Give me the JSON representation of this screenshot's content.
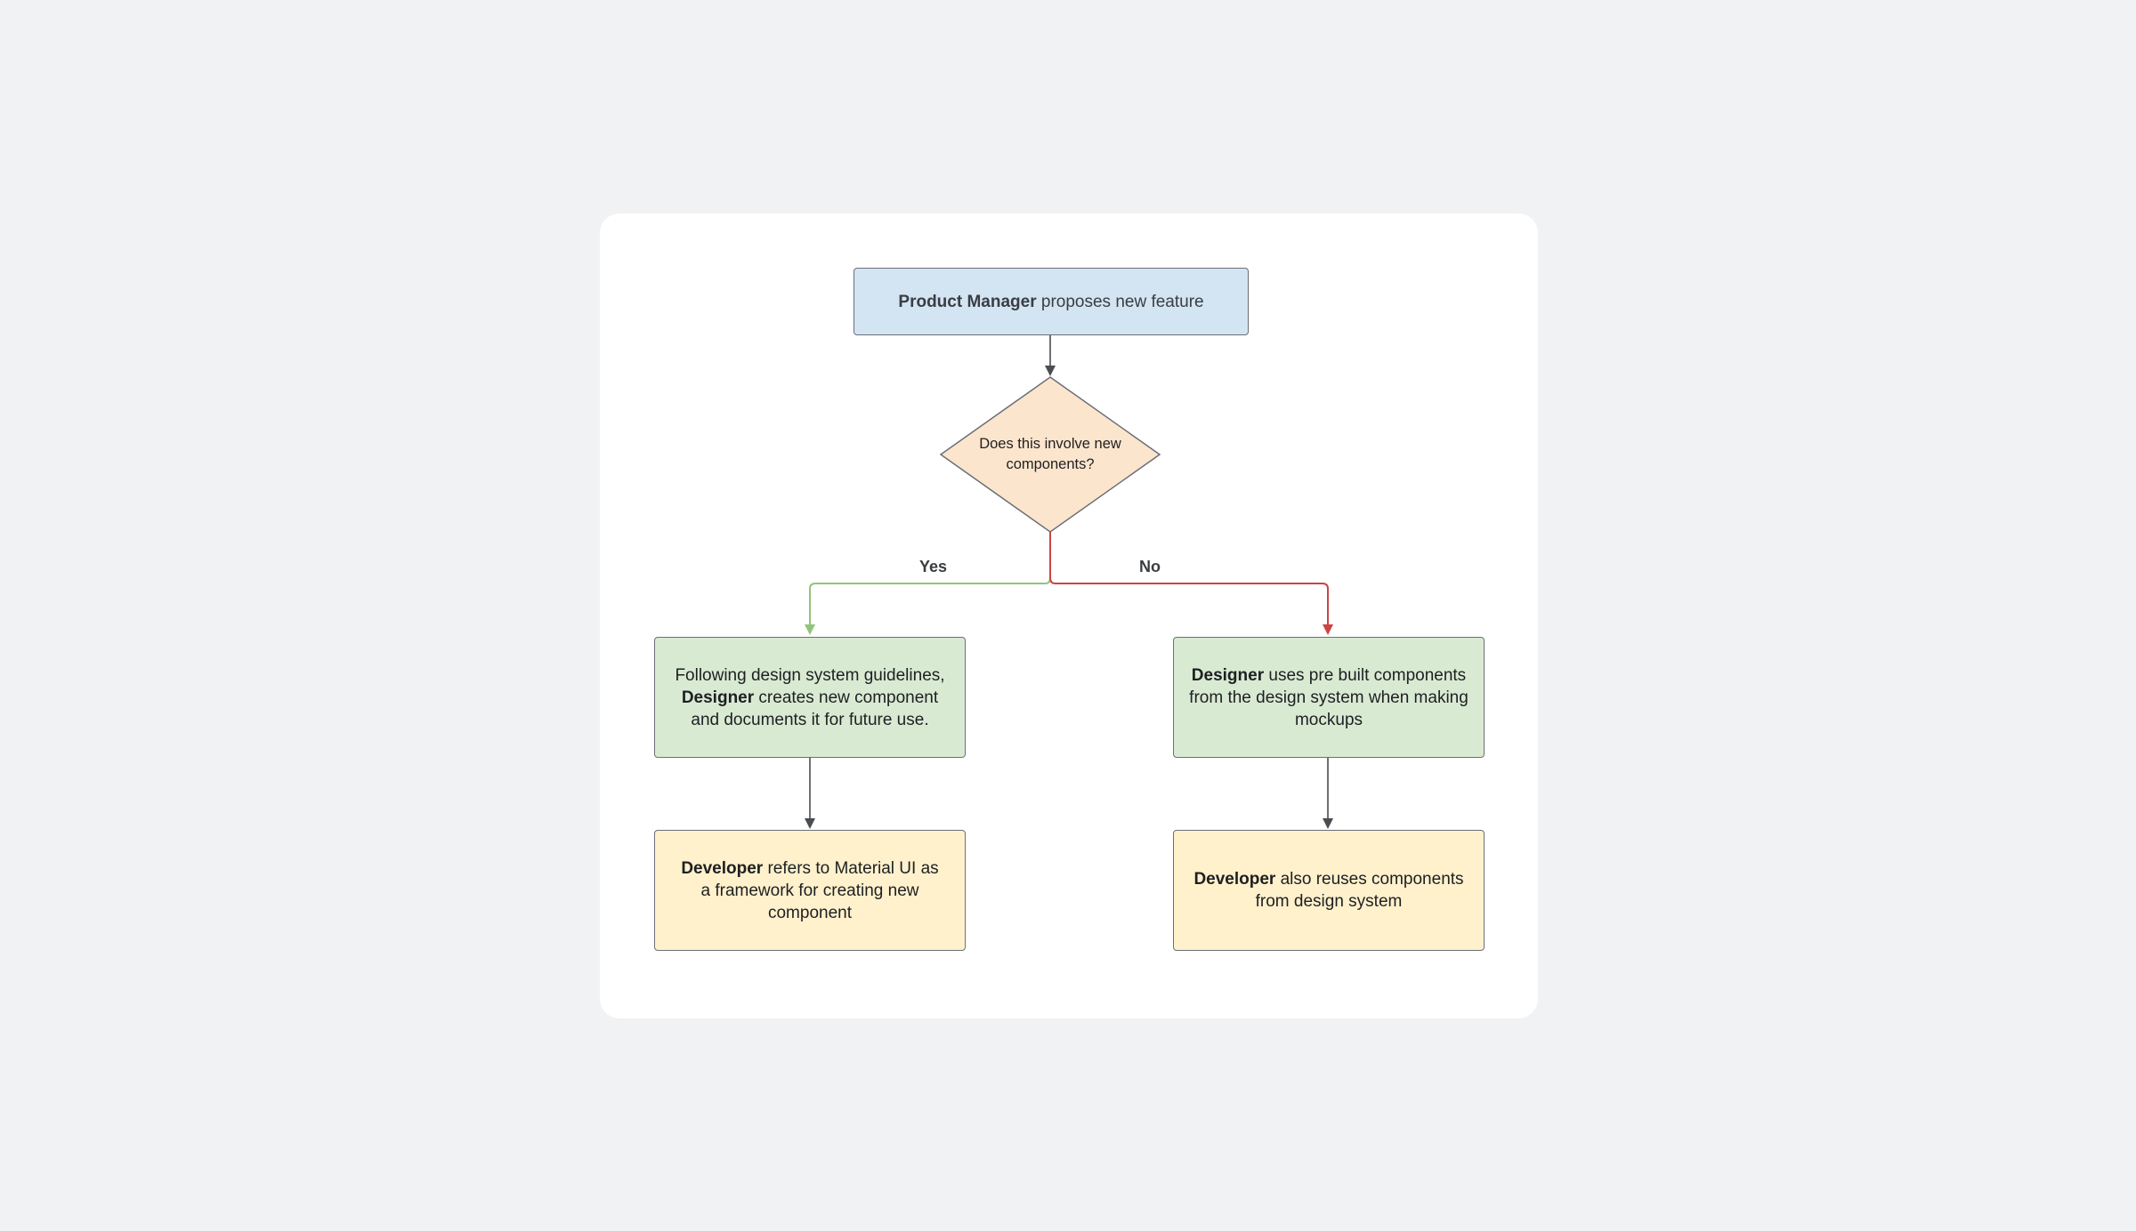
{
  "diagram": {
    "start": {
      "bold": "Product Manager",
      "text": " proposes new feature"
    },
    "decision": {
      "text": "Does this involve new components?"
    },
    "branches": {
      "yes_label": "Yes",
      "no_label": "No"
    },
    "yes_step1": {
      "pre": "Following design system guidelines, ",
      "bold": "Designer",
      "text": " creates new component and documents it for future use."
    },
    "yes_step2": {
      "bold": "Developer",
      "text": " refers to Material UI as a framework for creating new component"
    },
    "no_step1": {
      "bold": "Designer",
      "text": " uses pre built components from the design system when making mockups"
    },
    "no_step2": {
      "bold": "Developer",
      "text": " also reuses components from design system"
    },
    "colors": {
      "background": "#f1f2f4",
      "card": "#ffffff",
      "start_fill": "#d3e4f3",
      "decision_fill": "#fce5cd",
      "designer_fill": "#d9ead3",
      "developer_fill": "#fff1cc",
      "yes_edge": "#93c47d",
      "no_edge": "#cc4444",
      "default_edge": "#4a4d52",
      "node_border": "#6b6f76"
    }
  }
}
